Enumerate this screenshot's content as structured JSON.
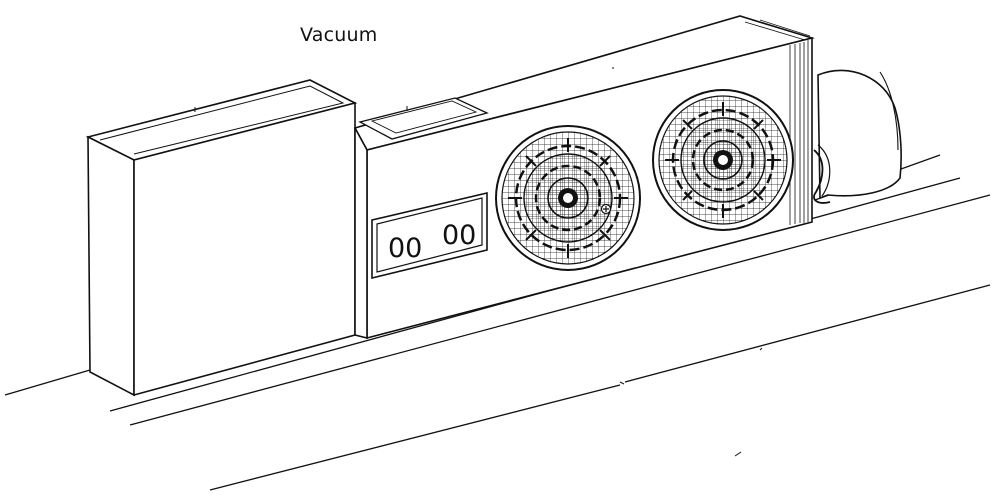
{
  "label": {
    "title": "Vacuum"
  },
  "display": {
    "left_digits": "00",
    "right_digits": "00"
  },
  "colors": {
    "line": "#111111",
    "background": "#ffffff"
  },
  "components": {
    "fans": [
      "fan-left",
      "fan-right"
    ],
    "icons": [
      "vacuum-unit-icon",
      "fan-icon",
      "duct-elbow-icon"
    ]
  }
}
